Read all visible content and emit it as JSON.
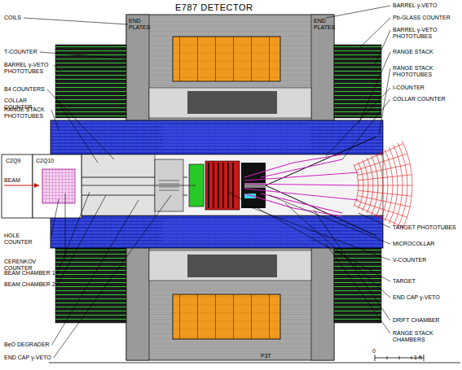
{
  "diagram": {
    "title": "E787 DETECTOR",
    "labels": [
      "COILS",
      "T-COUNTER",
      "BARREL γ-VETO PHOTOTUBES",
      "B4 COUNTERS",
      "COLLAR COUNTER",
      "RANGE STACK PHOTOTUBES",
      "C2Q9",
      "C2Q10",
      "BEAM",
      "HOLE COUNTER",
      "CERENKOV COUNTER",
      "BEAM CHAMBER 1",
      "BEAM CHAMBER 2",
      "BeO DEGRADER",
      "END CAP γ-VETO",
      "END PLATES",
      "END PLATES",
      "BARREL γ-VETO",
      "Pb-GLASS COUNTER",
      "BARREL γ-VETO PHOTOTUBES",
      "RANGE STACK",
      "RANGE STACK PHOTOTUBES",
      "I-COUNTER",
      "COLLAR COUNTER",
      "TARGET PHOTOTUBES",
      "MICROCOLLAR",
      "V-COUNTER",
      "TARGET",
      "END CAP γ-VETO",
      "DRIFT CHAMBER",
      "RANGE STACK CHAMBERS",
      "P3T",
      "0",
      "1 ft"
    ]
  }
}
